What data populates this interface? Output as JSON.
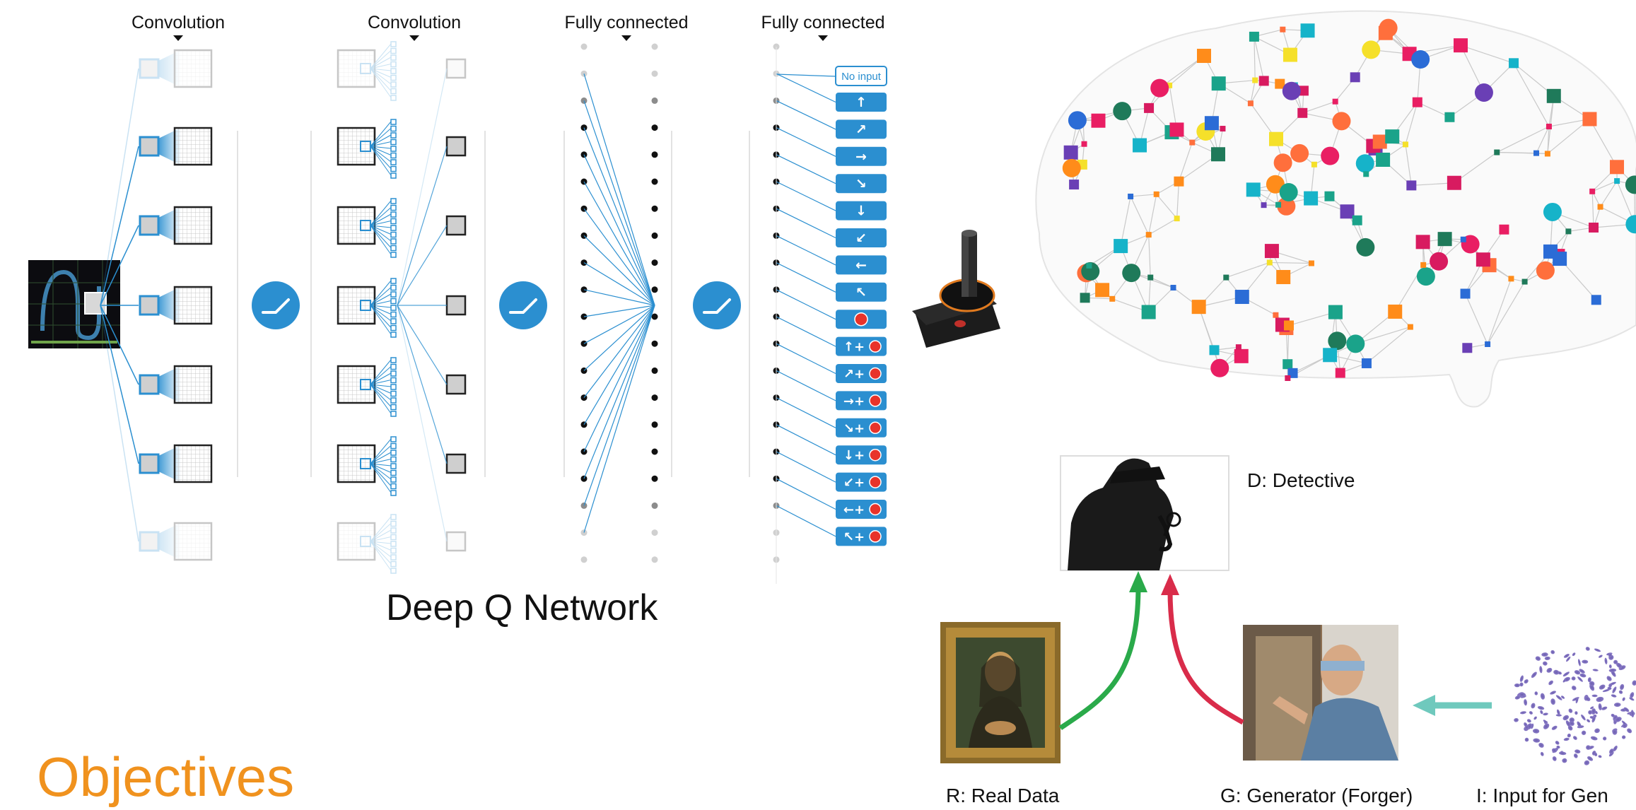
{
  "dqn": {
    "layer_labels": [
      "Convolution",
      "Convolution",
      "Fully connected",
      "Fully connected"
    ],
    "caption": "Deep Q Network",
    "actions": {
      "no_input_label": "No input",
      "list": [
        {
          "icon": "arrow-up-icon",
          "glyph": "↑",
          "fire": false
        },
        {
          "icon": "arrow-up-right-icon",
          "glyph": "↗",
          "fire": false
        },
        {
          "icon": "arrow-right-icon",
          "glyph": "→",
          "fire": false
        },
        {
          "icon": "arrow-down-right-icon",
          "glyph": "↘",
          "fire": false
        },
        {
          "icon": "arrow-down-icon",
          "glyph": "↓",
          "fire": false
        },
        {
          "icon": "arrow-down-left-icon",
          "glyph": "↙",
          "fire": false
        },
        {
          "icon": "arrow-left-icon",
          "glyph": "←",
          "fire": false
        },
        {
          "icon": "arrow-up-left-icon",
          "glyph": "↖",
          "fire": false
        },
        {
          "icon": "fire-icon",
          "glyph": "",
          "fire": true
        },
        {
          "icon": "up-fire-icon",
          "glyph": "↑+",
          "fire": true
        },
        {
          "icon": "up-right-fire-icon",
          "glyph": "↗+",
          "fire": true
        },
        {
          "icon": "right-fire-icon",
          "glyph": "→+",
          "fire": true
        },
        {
          "icon": "down-right-fire-icon",
          "glyph": "↘+",
          "fire": true
        },
        {
          "icon": "down-fire-icon",
          "glyph": "↓+",
          "fire": true
        },
        {
          "icon": "down-left-fire-icon",
          "glyph": "↙+",
          "fire": true
        },
        {
          "icon": "left-fire-icon",
          "glyph": "←+",
          "fire": true
        },
        {
          "icon": "up-left-fire-icon",
          "glyph": "↖+",
          "fire": true
        }
      ]
    }
  },
  "objectives_heading": "Objectives",
  "gan": {
    "detective_label": "D: Detective",
    "real_data_label": "R: Real Data",
    "generator_label": "G: Generator (Forger)",
    "input_label": "I: Input for Gen"
  },
  "colors": {
    "dqn_blue": "#2b8fd0",
    "fire_red": "#e8332a",
    "objectives_orange": "#f0921e",
    "gan_green_arrow": "#2aaa4a",
    "gan_red_arrow": "#d92c4a",
    "gan_teal_arrow": "#6fc9bd"
  }
}
